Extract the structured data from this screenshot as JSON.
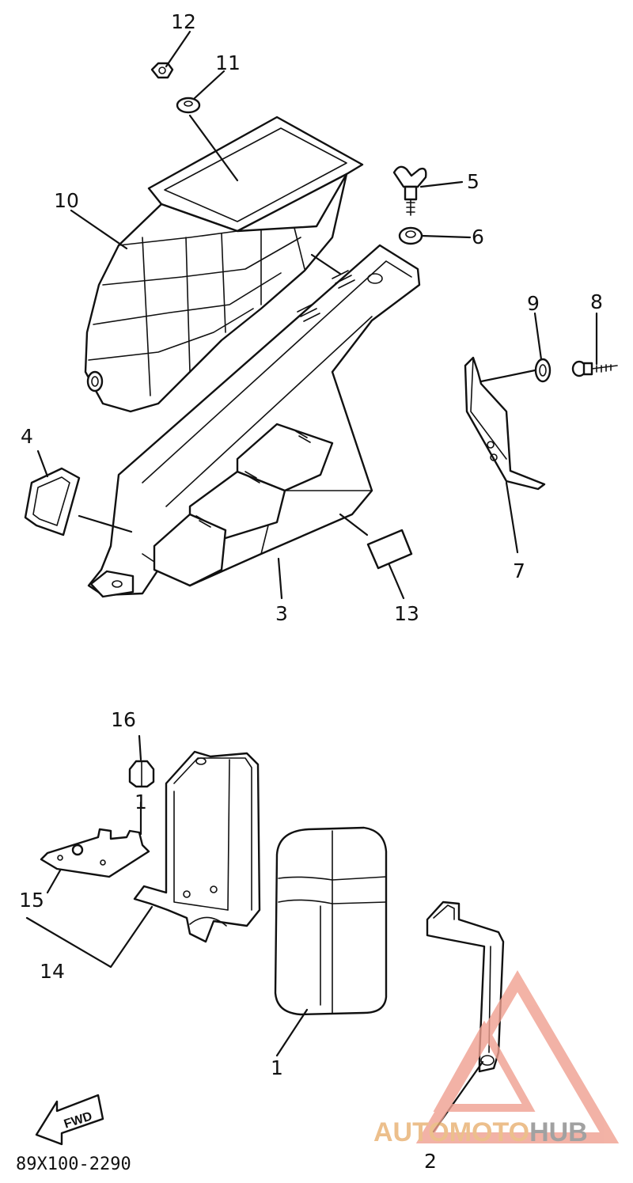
{
  "callouts": {
    "c1": "1",
    "c1b": "1",
    "c2": "2",
    "c3": "3",
    "c4": "4",
    "c5": "5",
    "c6": "6",
    "c7": "7",
    "c8": "8",
    "c9": "9",
    "c10": "10",
    "c11": "11",
    "c12": "12",
    "c13": "13",
    "c14": "14",
    "c15": "15",
    "c16": "16"
  },
  "fwd_label": "FWD",
  "diagram_code": "89X100-2290",
  "watermark": {
    "part1": "AUTOMOTO",
    "part2": "HUB",
    "color_primary": "#f0a090",
    "color_accent": "#e8b070",
    "color_dark": "#8a8a8a",
    "logo_icon": "triangle-logo-icon"
  }
}
